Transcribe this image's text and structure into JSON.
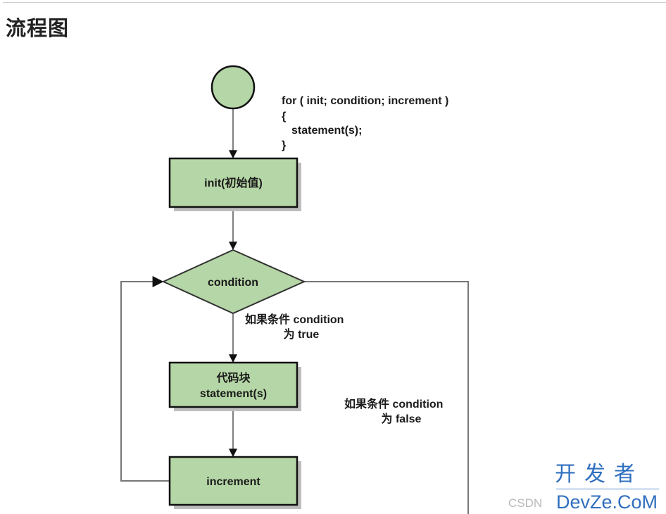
{
  "page": {
    "title": "流程图"
  },
  "diagram": {
    "code_snippet": {
      "line1": "for ( init; condition; increment )",
      "line2": "{",
      "line3": "statement(s);",
      "line4": "}"
    },
    "nodes": {
      "start": {
        "shape": "circle"
      },
      "init": {
        "label": "init(初始值)"
      },
      "condition": {
        "label": "condition"
      },
      "statement": {
        "label_line1": "代码块",
        "label_line2": "statement(s)"
      },
      "increment": {
        "label": "increment"
      }
    },
    "edge_labels": {
      "true_line1": "如果条件 condition",
      "true_line2": "为 true",
      "false_line1": "如果条件 condition",
      "false_line2": "为 false"
    },
    "colors": {
      "node_fill": "#b5d6a6",
      "node_stroke": "#111111",
      "shadow": "#bdbdbd",
      "connector": "#555555",
      "watermark_blue": "#2f6fbf"
    }
  },
  "watermark": {
    "chinese": "开发者",
    "english": "DevZe.CoM",
    "csdn": "CSDN"
  }
}
